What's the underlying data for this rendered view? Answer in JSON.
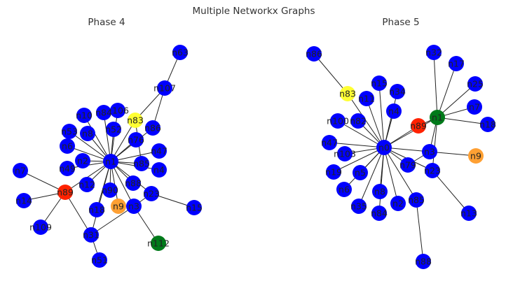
{
  "figure_title": "Multiple Networkx Graphs",
  "panels": [
    {
      "title": "Phase 4",
      "nodes": [
        {
          "id": "n63",
          "color": "#0000ff"
        },
        {
          "id": "n107",
          "color": "#0000ff"
        },
        {
          "id": "n83",
          "color": "#ffff33"
        },
        {
          "id": "n106",
          "color": "#0000ff"
        },
        {
          "id": "n84",
          "color": "#0000ff"
        },
        {
          "id": "n10",
          "color": "#0000ff"
        },
        {
          "id": "n53",
          "color": "#0000ff"
        },
        {
          "id": "n8",
          "color": "#0000ff"
        },
        {
          "id": "n52",
          "color": "#0000ff"
        },
        {
          "id": "n86",
          "color": "#0000ff"
        },
        {
          "id": "n76",
          "color": "#0000ff"
        },
        {
          "id": "n6",
          "color": "#0000ff"
        },
        {
          "id": "n47",
          "color": "#0000ff"
        },
        {
          "id": "n2",
          "color": "#0000ff"
        },
        {
          "id": "n1",
          "color": "#0000ff"
        },
        {
          "id": "n85",
          "color": "#0000ff"
        },
        {
          "id": "n4",
          "color": "#0000ff"
        },
        {
          "id": "n7",
          "color": "#0000ff"
        },
        {
          "id": "n49",
          "color": "#0000ff"
        },
        {
          "id": "n12",
          "color": "#0000ff"
        },
        {
          "id": "n88",
          "color": "#0000ff"
        },
        {
          "id": "n89",
          "color": "#ff2200"
        },
        {
          "id": "n90",
          "color": "#0000ff"
        },
        {
          "id": "n3",
          "color": "#0000ff"
        },
        {
          "id": "n14",
          "color": "#0000ff"
        },
        {
          "id": "n9",
          "color": "#ffa033"
        },
        {
          "id": "n18",
          "color": "#0000ff"
        },
        {
          "id": "n23",
          "color": "#0000ff"
        },
        {
          "id": "n15",
          "color": "#0000ff"
        },
        {
          "id": "n109",
          "color": "#0000ff"
        },
        {
          "id": "n31",
          "color": "#0000ff"
        },
        {
          "id": "n112",
          "color": "#007a1a"
        },
        {
          "id": "n51",
          "color": "#0000ff"
        }
      ],
      "edges": [
        [
          "n63",
          "n107"
        ],
        [
          "n107",
          "n83"
        ],
        [
          "n107",
          "n86"
        ],
        [
          "n83",
          "n1"
        ],
        [
          "n106",
          "n1"
        ],
        [
          "n84",
          "n1"
        ],
        [
          "n10",
          "n1"
        ],
        [
          "n53",
          "n1"
        ],
        [
          "n8",
          "n1"
        ],
        [
          "n52",
          "n1"
        ],
        [
          "n86",
          "n1"
        ],
        [
          "n76",
          "n1"
        ],
        [
          "n6",
          "n1"
        ],
        [
          "n47",
          "n1"
        ],
        [
          "n2",
          "n1"
        ],
        [
          "n85",
          "n1"
        ],
        [
          "n4",
          "n1"
        ],
        [
          "n49",
          "n1"
        ],
        [
          "n12",
          "n1"
        ],
        [
          "n88",
          "n1"
        ],
        [
          "n90",
          "n1"
        ],
        [
          "n3",
          "n1"
        ],
        [
          "n18",
          "n1"
        ],
        [
          "n23",
          "n1"
        ],
        [
          "n89",
          "n1"
        ],
        [
          "n9",
          "n1"
        ],
        [
          "n31",
          "n1"
        ],
        [
          "n7",
          "n89"
        ],
        [
          "n14",
          "n89"
        ],
        [
          "n109",
          "n89"
        ],
        [
          "n31",
          "n89"
        ],
        [
          "n31",
          "n3"
        ],
        [
          "n31",
          "n51"
        ],
        [
          "n9",
          "n3"
        ],
        [
          "n3",
          "n112"
        ],
        [
          "n3",
          "n23"
        ],
        [
          "n23",
          "n15"
        ],
        [
          "n83",
          "n85"
        ]
      ]
    },
    {
      "title": "Phase 5",
      "nodes": [
        {
          "id": "n86",
          "color": "#0000ff"
        },
        {
          "id": "n32",
          "color": "#0000ff"
        },
        {
          "id": "n17",
          "color": "#0000ff"
        },
        {
          "id": "n83",
          "color": "#ffff33"
        },
        {
          "id": "n15",
          "color": "#0000ff"
        },
        {
          "id": "n34",
          "color": "#0000ff"
        },
        {
          "id": "n25",
          "color": "#0000ff"
        },
        {
          "id": "n11",
          "color": "#0000ff"
        },
        {
          "id": "n4",
          "color": "#0000ff"
        },
        {
          "id": "n7",
          "color": "#0000ff"
        },
        {
          "id": "n100",
          "color": "#0000ff"
        },
        {
          "id": "n82",
          "color": "#0000ff"
        },
        {
          "id": "n89",
          "color": "#ff2200"
        },
        {
          "id": "n1",
          "color": "#007a1a"
        },
        {
          "id": "n18",
          "color": "#0000ff"
        },
        {
          "id": "n47",
          "color": "#0000ff"
        },
        {
          "id": "n103",
          "color": "#0000ff"
        },
        {
          "id": "n0",
          "color": "#0000ff"
        },
        {
          "id": "n3",
          "color": "#0000ff"
        },
        {
          "id": "n9",
          "color": "#ffa033"
        },
        {
          "id": "n79",
          "color": "#0000ff"
        },
        {
          "id": "n19",
          "color": "#0000ff"
        },
        {
          "id": "n5",
          "color": "#0000ff"
        },
        {
          "id": "n23",
          "color": "#0000ff"
        },
        {
          "id": "n6",
          "color": "#0000ff"
        },
        {
          "id": "n8",
          "color": "#0000ff"
        },
        {
          "id": "n35",
          "color": "#0000ff"
        },
        {
          "id": "n2",
          "color": "#0000ff"
        },
        {
          "id": "n85",
          "color": "#0000ff"
        },
        {
          "id": "n84",
          "color": "#0000ff"
        },
        {
          "id": "n13",
          "color": "#0000ff"
        },
        {
          "id": "n88",
          "color": "#0000ff"
        }
      ],
      "edges": [
        [
          "n86",
          "n83"
        ],
        [
          "n83",
          "n0"
        ],
        [
          "n15",
          "n0"
        ],
        [
          "n34",
          "n0"
        ],
        [
          "n11",
          "n0"
        ],
        [
          "n4",
          "n0"
        ],
        [
          "n100",
          "n0"
        ],
        [
          "n82",
          "n0"
        ],
        [
          "n89",
          "n0"
        ],
        [
          "n47",
          "n0"
        ],
        [
          "n103",
          "n0"
        ],
        [
          "n19",
          "n0"
        ],
        [
          "n5",
          "n0"
        ],
        [
          "n6",
          "n0"
        ],
        [
          "n8",
          "n0"
        ],
        [
          "n35",
          "n0"
        ],
        [
          "n2",
          "n0"
        ],
        [
          "n84",
          "n0"
        ],
        [
          "n85",
          "n0"
        ],
        [
          "n79",
          "n0"
        ],
        [
          "n3",
          "n0"
        ],
        [
          "n23",
          "n0"
        ],
        [
          "n1",
          "n0"
        ],
        [
          "n32",
          "n1"
        ],
        [
          "n17",
          "n1"
        ],
        [
          "n25",
          "n1"
        ],
        [
          "n7",
          "n1"
        ],
        [
          "n18",
          "n1"
        ],
        [
          "n1",
          "n3"
        ],
        [
          "n1",
          "n23"
        ],
        [
          "n3",
          "n9"
        ],
        [
          "n3",
          "n79"
        ],
        [
          "n23",
          "n13"
        ],
        [
          "n85",
          "n88"
        ],
        [
          "n89",
          "n1"
        ]
      ]
    }
  ]
}
